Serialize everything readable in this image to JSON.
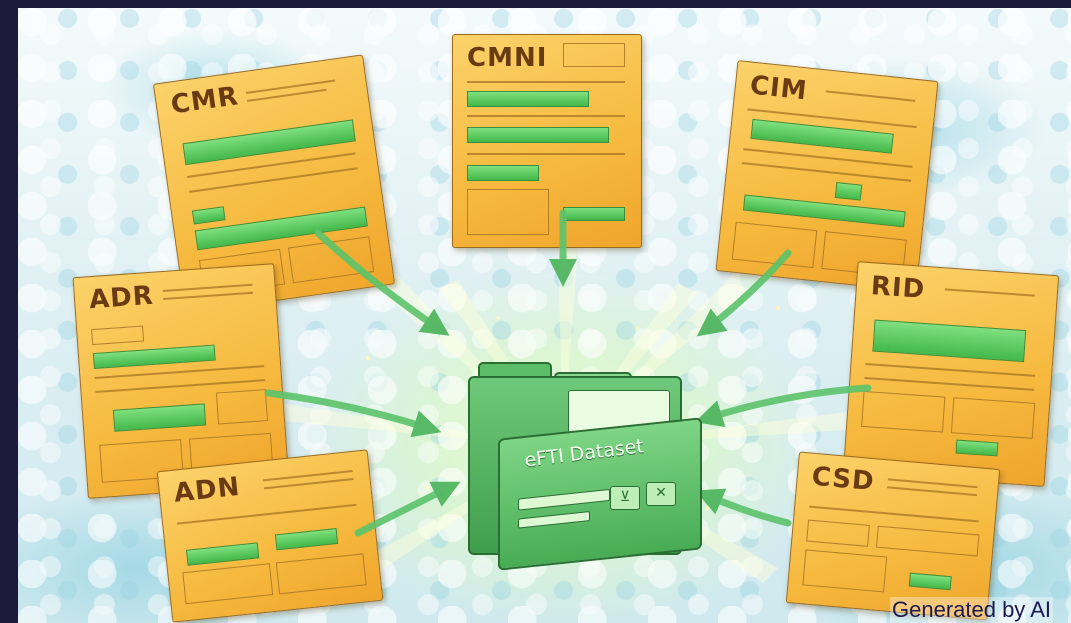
{
  "documents": [
    {
      "id": "cmr",
      "code": "CMR"
    },
    {
      "id": "cmni",
      "code": "CMNI"
    },
    {
      "id": "cim",
      "code": "CIM"
    },
    {
      "id": "adr",
      "code": "ADR"
    },
    {
      "id": "rid",
      "code": "RID"
    },
    {
      "id": "adn",
      "code": "ADN"
    },
    {
      "id": "csd",
      "code": "CSD"
    }
  ],
  "dataset": {
    "label": "eFTI Dataset",
    "button_1": "⊻",
    "button_2": "✕"
  },
  "footer": {
    "badge": "Generated by AI"
  },
  "colors": {
    "page_border": "#1e1a3c",
    "paper": "#f6b93e",
    "paper_ink": "#6a3a12",
    "highlight_green": "#43b84a",
    "folder_green": "#4fae5b",
    "sky": "#cfe9ee"
  }
}
